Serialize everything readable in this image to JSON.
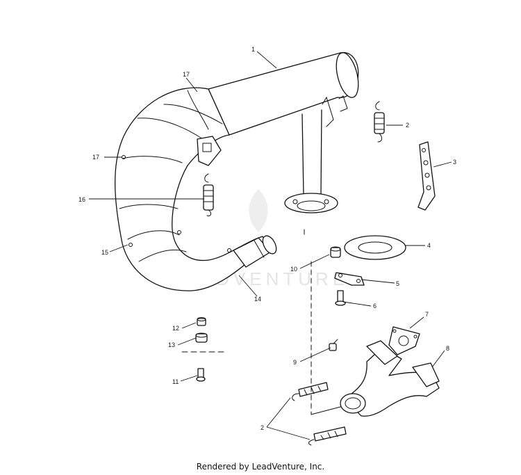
{
  "watermark": {
    "text": "LEADVENTURE"
  },
  "footer": {
    "credit": "Rendered by LeadVenture, Inc."
  },
  "callouts": [
    {
      "id": "c1",
      "label": "1"
    },
    {
      "id": "c2a",
      "label": "2"
    },
    {
      "id": "c2b",
      "label": "2"
    },
    {
      "id": "c3",
      "label": "3"
    },
    {
      "id": "c4",
      "label": "4"
    },
    {
      "id": "c5",
      "label": "5"
    },
    {
      "id": "c6",
      "label": "6"
    },
    {
      "id": "c7",
      "label": "7"
    },
    {
      "id": "c8",
      "label": "8"
    },
    {
      "id": "c9",
      "label": "9"
    },
    {
      "id": "c10",
      "label": "10"
    },
    {
      "id": "c11",
      "label": "11"
    },
    {
      "id": "c12",
      "label": "12"
    },
    {
      "id": "c13",
      "label": "13"
    },
    {
      "id": "c14",
      "label": "14"
    },
    {
      "id": "c15",
      "label": "15"
    },
    {
      "id": "c16",
      "label": "16"
    },
    {
      "id": "c17a",
      "label": "17"
    },
    {
      "id": "c17b",
      "label": "17"
    }
  ],
  "colors": {
    "line": "#111111",
    "watermark": "#e4e4e4",
    "background": "#ffffff"
  }
}
